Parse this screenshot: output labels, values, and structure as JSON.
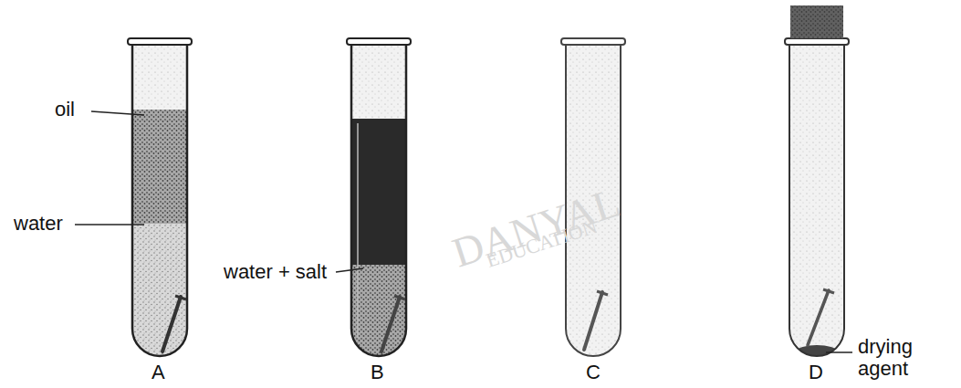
{
  "diagram": {
    "labels": [
      "oil",
      "water",
      "water + salt",
      "drying agent",
      "A",
      "B",
      "C",
      "D",
      "DANYAL",
      "EDUCATION"
    ]
  }
}
